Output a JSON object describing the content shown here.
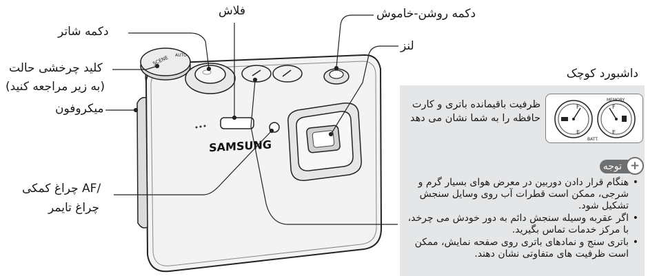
{
  "labels": {
    "shutter": "دکمه شاتر",
    "mode_dial": "کلید چرخشی حالت",
    "mode_dial_note": "(به زیر مراجعه کنید)",
    "microphone": "میکروفون",
    "af_lamp_1": "چراغ کمکی AF/",
    "af_lamp_2": "چراغ تایمر",
    "flash": "فلاش",
    "power_button": "دکمه روشن-خاموش",
    "lens": "لنز"
  },
  "camera": {
    "brand": "SAMSUNG",
    "gauge_left_top": "F",
    "gauge_left_bottom": "E",
    "gauge_right_top": "F",
    "gauge_right_bottom": "E",
    "gauge_memory": "MEMORY",
    "gauge_batt": "BATT."
  },
  "panel": {
    "title": "داشبورد کوچک",
    "dashboard_text": "ظرفیت باقیمانده باتری و کارت حافظه را به شما نشان می دهد",
    "note_label": "توجه",
    "notes": [
      "هنگام قرار دادن دوربین در معرض هوای بسیار گرم و شرجی، ممکن است قطرات آب روی وسایل سنجش تشکیل شود.",
      "اگر عقربه وسیله سنجش دائم به دور خودش می چرخد، با مرکز خدمات تماس بگیرید.",
      "باتری سنج و نمادهای باتری روی صفحه نمایش، ممکن است ظرفیت های متفاوتی نشان دهند."
    ]
  },
  "colors": {
    "panel_bg": "#e4e6e8",
    "badge": "#6d6f71"
  }
}
